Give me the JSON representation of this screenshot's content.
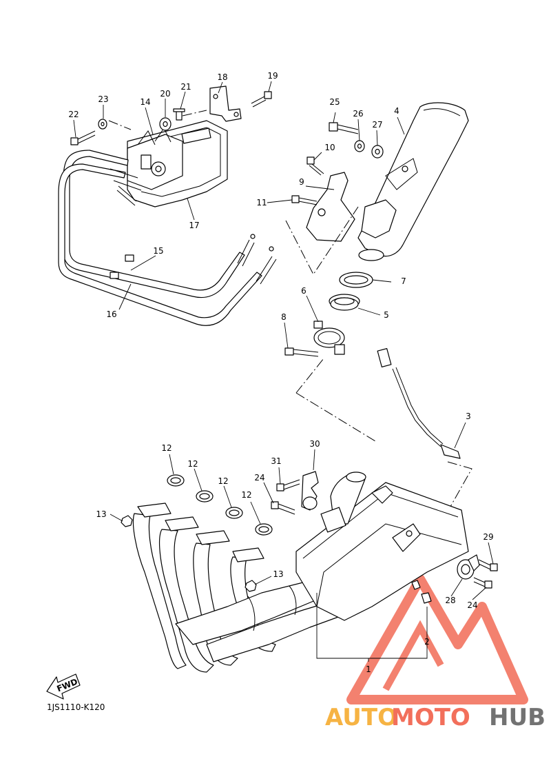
{
  "diagram": {
    "catalog_code": "1JS1110-K120",
    "fwd_label": "FWD",
    "callouts": [
      "1",
      "2",
      "3",
      "4",
      "5",
      "6",
      "7",
      "8",
      "9",
      "10",
      "11",
      "12",
      "12",
      "12",
      "12",
      "13",
      "13",
      "14",
      "15",
      "16",
      "17",
      "18",
      "19",
      "20",
      "21",
      "22",
      "23",
      "24",
      "24",
      "25",
      "26",
      "27",
      "28",
      "29",
      "30",
      "31"
    ]
  },
  "watermark": {
    "part1": "AUTO",
    "part2": "MOTO",
    "part3": "HUB",
    "color_orange": "#f5a623",
    "color_red": "#f0573f",
    "color_gray": "#5a5a5a"
  }
}
